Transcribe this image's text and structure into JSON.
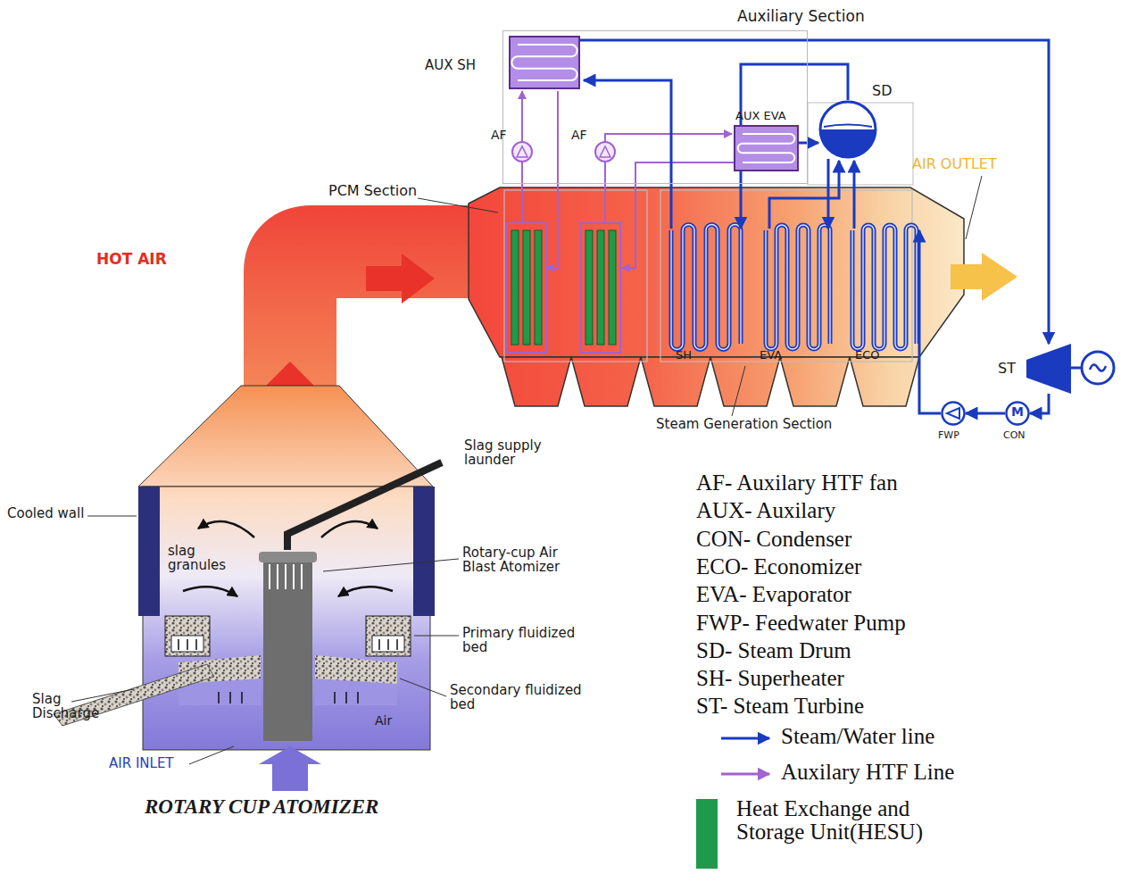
{
  "diagram": {
    "nodes": [
      {
        "text": [
          "Auxiliary Section"
        ]
      },
      {
        "text": [
          "AUX SH"
        ],
        "in": 0
      },
      {
        "text": [
          "AUX EVA"
        ],
        "in": 0
      },
      {
        "text": [
          "SD"
        ]
      },
      {
        "text": [
          "ST"
        ]
      },
      {
        "text": [
          "FWP"
        ]
      },
      {
        "text": [
          "M",
          "CON"
        ]
      }
    ],
    "edges": [
      {
        "from": 2,
        "to": 3,
        "arrow": "to"
      },
      {
        "from": 1,
        "to": 4,
        "arrow": "to"
      },
      {
        "from": 4,
        "to": 6,
        "arrow": "to"
      },
      {
        "from": 6,
        "to": 5,
        "arrow": "to"
      }
    ],
    "labels": [
      "PCM Section",
      "HOT AIR",
      "AF",
      "AF",
      "AIR OUTLET",
      "SH",
      "EVA",
      "ECO",
      "Steam Generation Section",
      "Slag supply launder",
      "Cooled wall",
      "slag granules",
      "Rotary-cup Air Blast Atomizer",
      "Primary fluidized bed",
      "Secondary fluidized bed",
      "Slag Discharge",
      "Air",
      "AIR INLET",
      "ROTARY CUP ATOMIZER"
    ],
    "legend": [
      {
        "text": "AF- Auxilary HTF fan"
      },
      {
        "text": "AUX- Auxilary"
      },
      {
        "text": "CON- Condenser"
      },
      {
        "text": "ECO- Economizer"
      },
      {
        "text": "EVA- Evaporator"
      },
      {
        "text": "FWP- Feedwater Pump"
      },
      {
        "text": "SD- Steam Drum"
      },
      {
        "text": "SH- Superheater"
      },
      {
        "text": "ST- Steam Turbine"
      },
      {
        "text": "Steam/Water line"
      },
      {
        "text": "Auxilary HTF Line"
      },
      {
        "text": "Heat Exchange and Storage Unit(HESU)",
        "color": "#1f9a4a"
      }
    ]
  }
}
